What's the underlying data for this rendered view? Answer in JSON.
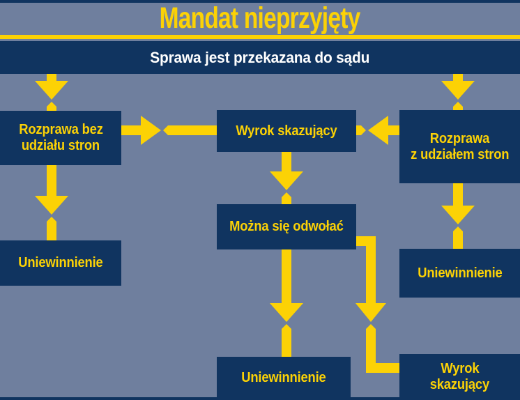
{
  "title": "Mandat nieprzyjęty",
  "subtitle": "Sprawa jest przekazana do sądu",
  "colors": {
    "background": "#6f7f9e",
    "navy": "#103460",
    "yellow": "#fcd205",
    "white": "#ffffff"
  },
  "nodes": {
    "rozprawa_bez_udzialu_stron": {
      "lines": [
        "Rozprawa bez",
        "udziału stron"
      ]
    },
    "wyrok_skazujacy_top": {
      "lines": [
        "Wyrok skazujący"
      ]
    },
    "rozprawa_z_udzialem_stron": {
      "lines": [
        "Rozprawa",
        "z udziałem stron"
      ]
    },
    "uniewinnienie_left": {
      "lines": [
        "Uniewinnienie"
      ]
    },
    "mozna_sie_odwolac": {
      "lines": [
        "Można się odwołać"
      ]
    },
    "uniewinnienie_right": {
      "lines": [
        "Uniewinnienie"
      ]
    },
    "uniewinnienie_bottom": {
      "lines": [
        "Uniewinnienie"
      ]
    },
    "wyrok_skazujacy_bottom": {
      "lines": [
        "Wyrok",
        "skazujący"
      ]
    }
  },
  "edges": [
    {
      "from": "sprawa_jest_przekazana_do_sadu",
      "to": "rozprawa_bez_udzialu_stron"
    },
    {
      "from": "sprawa_jest_przekazana_do_sadu",
      "to": "rozprawa_z_udzialem_stron"
    },
    {
      "from": "rozprawa_bez_udzialu_stron",
      "to": "wyrok_skazujacy_top"
    },
    {
      "from": "rozprawa_z_udzialem_stron",
      "to": "wyrok_skazujacy_top"
    },
    {
      "from": "rozprawa_bez_udzialu_stron",
      "to": "uniewinnienie_left"
    },
    {
      "from": "rozprawa_z_udzialem_stron",
      "to": "uniewinnienie_right"
    },
    {
      "from": "wyrok_skazujacy_top",
      "to": "mozna_sie_odwolac"
    },
    {
      "from": "mozna_sie_odwolac",
      "to": "uniewinnienie_bottom"
    },
    {
      "from": "mozna_sie_odwolac",
      "to": "wyrok_skazujacy_bottom"
    }
  ]
}
